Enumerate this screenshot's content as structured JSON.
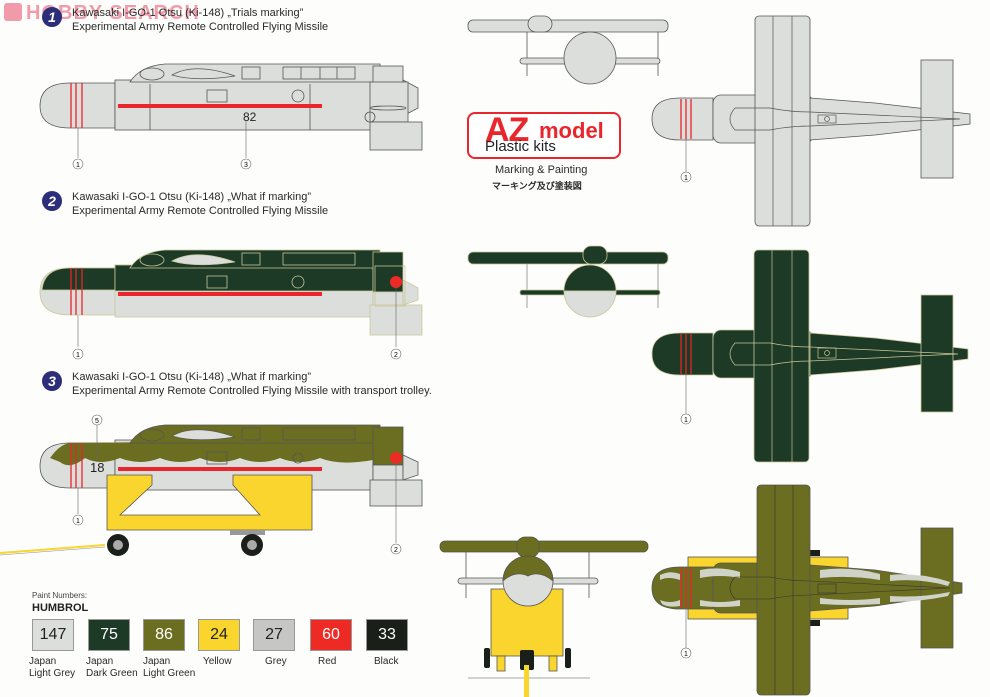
{
  "watermark": "HOBBY SEARCH",
  "logo": {
    "az": "AZ",
    "model": "model",
    "tagline": "Plastic kits"
  },
  "heading": {
    "en": "Marking & Painting",
    "jp": "マーキング及び塗装図"
  },
  "profiles": [
    {
      "number": "1",
      "title": "Kawasaki I-GO-1 Otsu (Ki-148) „Trials marking”",
      "subtitle": "Experimental Army Remote Controlled Flying Missile",
      "fuselage_code": "82",
      "callouts": [
        "1",
        "3"
      ]
    },
    {
      "number": "2",
      "title": "Kawasaki I-GO-1 Otsu (Ki-148) „What if marking”",
      "subtitle": "Experimental Army Remote Controlled Flying Missile",
      "callouts": [
        "1",
        "2"
      ]
    },
    {
      "number": "3",
      "title": "Kawasaki I-GO-1 Otsu (Ki-148) „What if marking”",
      "subtitle": "Experimental Army Remote Controlled Flying Missile with transport trolley.",
      "fuselage_code": "18",
      "callouts": [
        "5",
        "1",
        "2"
      ]
    }
  ],
  "top_view_callouts": [
    "1",
    "1",
    "1"
  ],
  "paint": {
    "title": "Paint Numbers:",
    "brand": "HUMBROL",
    "swatches": [
      {
        "code": "147",
        "name_1": "Japan",
        "name_2": "Light Grey",
        "color": "#dcdedb",
        "text": "#222222"
      },
      {
        "code": "75",
        "name_1": "Japan",
        "name_2": "Dark Green",
        "color": "#1c3a25",
        "text": "#ffffff"
      },
      {
        "code": "86",
        "name_1": "Japan",
        "name_2": "Light Green",
        "color": "#6b6e20",
        "text": "#ffffff"
      },
      {
        "code": "24",
        "name_1": "Yellow",
        "name_2": "",
        "color": "#f9d52e",
        "text": "#222222"
      },
      {
        "code": "27",
        "name_1": "Grey",
        "name_2": "",
        "color": "#c6c7c4",
        "text": "#222222"
      },
      {
        "code": "60",
        "name_1": "Red",
        "name_2": "",
        "color": "#ee2a24",
        "text": "#ffffff"
      },
      {
        "code": "33",
        "name_1": "Black",
        "name_2": "",
        "color": "#1a1f1a",
        "text": "#ffffff"
      }
    ]
  },
  "colors": {
    "light_grey": "#dcdedb",
    "dark_green": "#1c3a25",
    "light_green": "#6b6e20",
    "yellow": "#f9d52e",
    "red": "#ee2a24"
  }
}
